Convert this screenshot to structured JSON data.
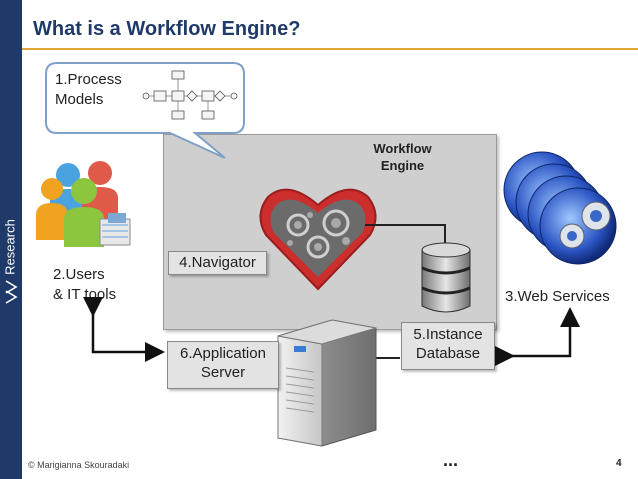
{
  "header": {
    "title": "What is a Workflow Engine?"
  },
  "sidebar": {
    "brand_text": "Research"
  },
  "diagram": {
    "process_models": "1.Process\nModels",
    "users": "2.Users\n& IT tools",
    "web_services": "3.Web Services",
    "navigator": "4.Navigator",
    "instance_db": "5.Instance\nDatabase",
    "app_server": "6.Application\nServer",
    "engine": "Workflow\nEngine"
  },
  "footer": {
    "copyright": "© Marigianna Skouradaki",
    "ellipsis": "...",
    "page_number": "4"
  },
  "colors": {
    "sidebar": "#1f3a68",
    "title": "#1f3a68",
    "rule": "#e0a534",
    "heart": "#cc2d2d",
    "arrow": "#111111"
  }
}
